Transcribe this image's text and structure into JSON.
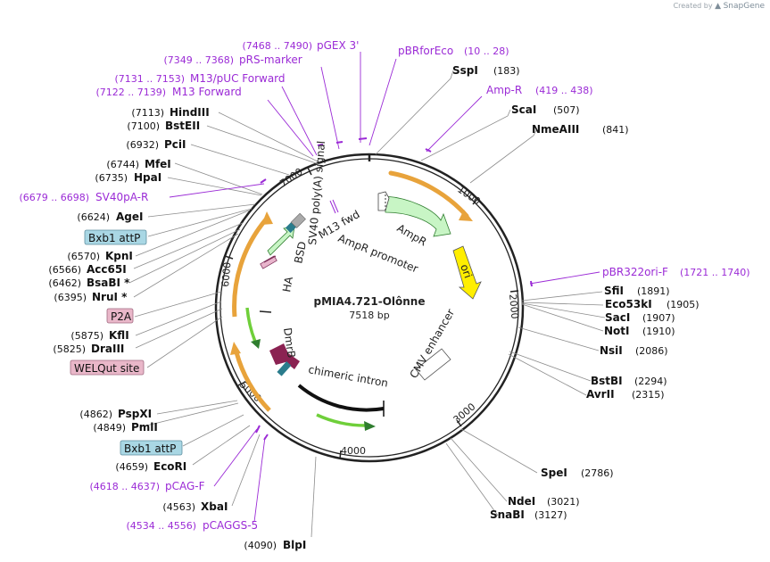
{
  "watermark": {
    "prefix": "Created by",
    "brand": "SnapGene"
  },
  "plasmid": {
    "name": "pMIA4.721-Olônne",
    "length_label": "7518 bp",
    "length": 7518
  },
  "colors": {
    "backbone": "#222222",
    "site_line": "#8c8c8c",
    "primer": "#9b2bd6",
    "feature_green": "#c8f5c5",
    "feature_green_edge": "#2f7d2f",
    "feature_orange": "#e8a33b",
    "feature_yellow": "#ffee00",
    "feature_maroon": "#8b2252",
    "feature_teal": "#2a7c8c",
    "feature_pink": "#e8b5cc",
    "tag_blue": "#a9d7e4",
    "tag_pink": "#e9b7c9"
  },
  "ticks": [
    "1000",
    "2000",
    "3000",
    "4000",
    "5000",
    "6000",
    "7000"
  ],
  "sites_right": [
    {
      "name": "SspI",
      "pos": "(183)",
      "coord": 183
    },
    {
      "name": "ScaI",
      "pos": "(507)",
      "coord": 507
    },
    {
      "name": "NmeAIII",
      "pos": "(841)",
      "coord": 841
    },
    {
      "name": "SfiI",
      "pos": "(1891)",
      "coord": 1891
    },
    {
      "name": "Eco53kI",
      "pos": "(1905)",
      "coord": 1905
    },
    {
      "name": "SacI",
      "pos": "(1907)",
      "coord": 1907
    },
    {
      "name": "NotI",
      "pos": "(1910)",
      "coord": 1910
    },
    {
      "name": "NsiI",
      "pos": "(2086)",
      "coord": 2086
    },
    {
      "name": "BstBI",
      "pos": "(2294)",
      "coord": 2294
    },
    {
      "name": "AvrII",
      "pos": "(2315)",
      "coord": 2315
    },
    {
      "name": "SpeI",
      "pos": "(2786)",
      "coord": 2786
    },
    {
      "name": "NdeI",
      "pos": "(3021)",
      "coord": 3021
    },
    {
      "name": "SnaBI",
      "pos": "(3127)",
      "coord": 3127
    }
  ],
  "sites_left": [
    {
      "name": "HindIII",
      "pos": "(7113)",
      "coord": 7113
    },
    {
      "name": "BstEII",
      "pos": "(7100)",
      "coord": 7100
    },
    {
      "name": "PciI",
      "pos": "(6932)",
      "coord": 6932
    },
    {
      "name": "MfeI",
      "pos": "(6744)",
      "coord": 6744
    },
    {
      "name": "HpaI",
      "pos": "(6735)",
      "coord": 6735
    },
    {
      "name": "AgeI",
      "pos": "(6624)",
      "coord": 6624
    },
    {
      "name": "KpnI",
      "pos": "(6570)",
      "coord": 6570
    },
    {
      "name": "Acc65I",
      "pos": "(6566)",
      "coord": 6566
    },
    {
      "name": "BsaBI *",
      "pos": "(6462)",
      "coord": 6462
    },
    {
      "name": "NruI *",
      "pos": "(6395)",
      "coord": 6395
    },
    {
      "name": "KflI",
      "pos": "(5875)",
      "coord": 5875
    },
    {
      "name": "DraIII",
      "pos": "(5825)",
      "coord": 5825
    },
    {
      "name": "PspXI",
      "pos": "(4862)",
      "coord": 4862
    },
    {
      "name": "PmlI",
      "pos": "(4849)",
      "coord": 4849
    },
    {
      "name": "EcoRI",
      "pos": "(4659)",
      "coord": 4659
    },
    {
      "name": "XbaI",
      "pos": "(4563)",
      "coord": 4563
    },
    {
      "name": "BlpI",
      "pos": "(4090)",
      "coord": 4090
    }
  ],
  "primers": [
    {
      "name": "pGEX 3'",
      "range": "(7468 .. 7490)"
    },
    {
      "name": "pRS-marker",
      "range": "(7349 .. 7368)"
    },
    {
      "name": "M13/pUC Forward",
      "range": "(7131 .. 7153)"
    },
    {
      "name": "M13 Forward",
      "range": "(7122 .. 7139)"
    },
    {
      "name": "SV40pA-R",
      "range": "(6679 .. 6698)"
    },
    {
      "name": "pBRforEco",
      "range": "(10 .. 28)"
    },
    {
      "name": "Amp-R",
      "range": "(419 .. 438)"
    },
    {
      "name": "pBR322ori-F",
      "range": "(1721 .. 1740)"
    },
    {
      "name": "pCAG-F",
      "range": "(4618 .. 4637)"
    },
    {
      "name": "pCAGGS-5",
      "range": "(4534 .. 4556)"
    }
  ],
  "tags": [
    {
      "name": "Bxb1 attP",
      "type": "blue"
    },
    {
      "name": "P2A",
      "type": "pink"
    },
    {
      "name": "WELQut site",
      "type": "pink"
    },
    {
      "name": "Bxb1 attP",
      "type": "blue"
    }
  ],
  "features": [
    {
      "name": "AmpR",
      "kind": "arrow"
    },
    {
      "name": "AmpR promoter",
      "kind": "arrow"
    },
    {
      "name": "ori",
      "kind": "arrow"
    },
    {
      "name": "CMV enhancer",
      "kind": "box"
    },
    {
      "name": "chimeric intron",
      "kind": "line"
    },
    {
      "name": "DmrB",
      "kind": "arrow"
    },
    {
      "name": "SV40 poly(A) signal",
      "kind": "box"
    },
    {
      "name": "HA",
      "kind": "box"
    },
    {
      "name": "BSD",
      "kind": "arrow"
    },
    {
      "name": "M13 fwd",
      "kind": "box"
    }
  ]
}
